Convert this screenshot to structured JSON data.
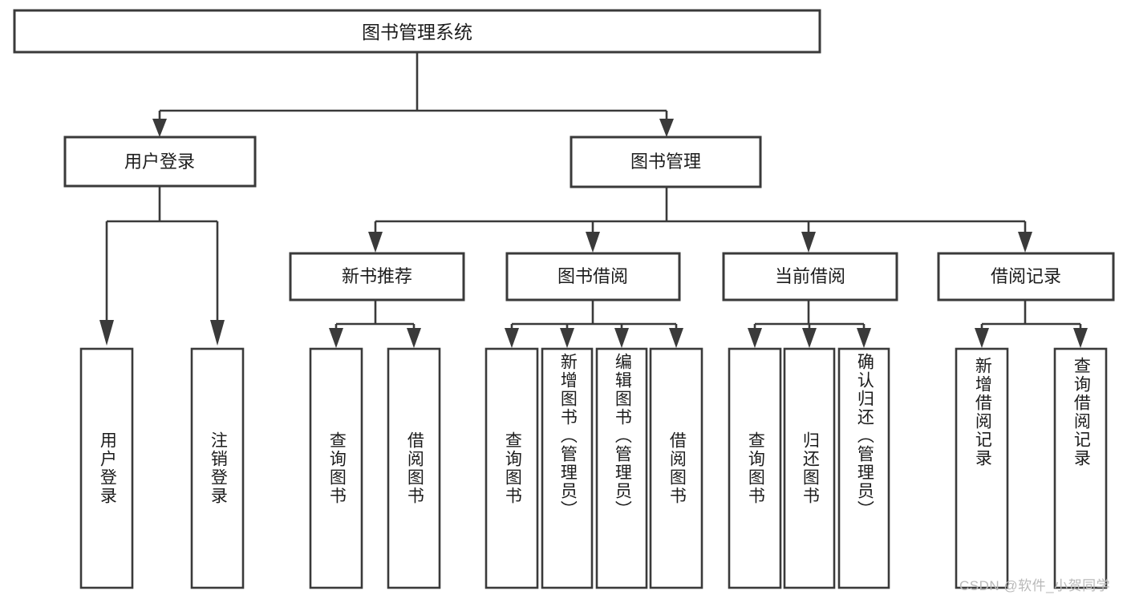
{
  "diagram": {
    "type": "tree-hierarchy",
    "title": "图书管理系统",
    "root": {
      "id": "root",
      "label": "图书管理系统",
      "level": 0
    },
    "level1": [
      {
        "id": "user-login",
        "label": "用户登录"
      },
      {
        "id": "book-management",
        "label": "图书管理"
      }
    ],
    "level2": [
      {
        "id": "new-book-recommend",
        "label": "新书推荐",
        "parent": "book-management"
      },
      {
        "id": "book-borrow",
        "label": "图书借阅",
        "parent": "book-management"
      },
      {
        "id": "current-borrow",
        "label": "当前借阅",
        "parent": "book-management"
      },
      {
        "id": "borrow-record",
        "label": "借阅记录",
        "parent": "book-management"
      }
    ],
    "leaves": {
      "user_login": [
        {
          "id": "leaf-user-login",
          "label": "用户登录"
        },
        {
          "id": "leaf-logout",
          "label": "注销登录"
        }
      ],
      "new_book_recommend": [
        {
          "id": "leaf-query-book-1",
          "label": "查询图书"
        },
        {
          "id": "leaf-borrow-book-1",
          "label": "借阅图书"
        }
      ],
      "book_borrow": [
        {
          "id": "leaf-query-book-2",
          "label": "查询图书"
        },
        {
          "id": "leaf-add-book",
          "label": "新增图书（管理员）"
        },
        {
          "id": "leaf-edit-book",
          "label": "编辑图书（管理员）"
        },
        {
          "id": "leaf-borrow-book-2",
          "label": "借阅图书"
        }
      ],
      "current_borrow": [
        {
          "id": "leaf-query-book-3",
          "label": "查询图书"
        },
        {
          "id": "leaf-return-book",
          "label": "归还图书"
        },
        {
          "id": "leaf-confirm-return",
          "label": "确认归还（管理员）"
        }
      ],
      "borrow_record": [
        {
          "id": "leaf-add-record",
          "label": "新增借阅记录"
        },
        {
          "id": "leaf-query-record",
          "label": "查询借阅记录"
        }
      ]
    }
  },
  "watermark": {
    "text": "CSDN @软件_小贺同学"
  },
  "colors": {
    "stroke": "#3a3a3a",
    "box_fill": "#ffffff",
    "text": "#1c1c1c",
    "watermark": "#b9b9b9",
    "background": "#ffffff"
  }
}
